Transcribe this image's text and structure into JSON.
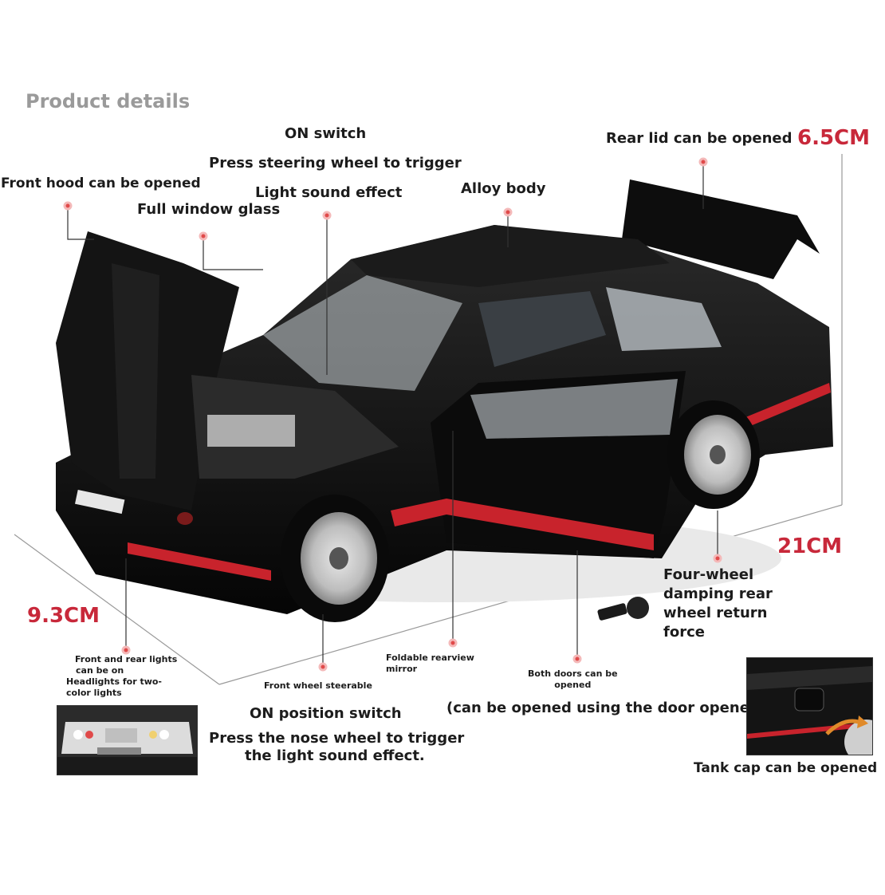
{
  "title": "Product details",
  "dimensions": {
    "height": "6.5CM",
    "length": "21CM",
    "width": "9.3CM"
  },
  "labels": {
    "on_switch": "ON switch",
    "press_steering": "Press steering wheel to trigger",
    "front_hood": "Front hood can be opened",
    "light_sound": "Light sound effect",
    "full_window": "Full window glass",
    "alloy_body": "Alloy body",
    "rear_lid": "Rear lid can be opened",
    "four_wheel_1": "Four-wheel",
    "four_wheel_2": "damping rear",
    "four_wheel_3": "wheel return",
    "four_wheel_4": "force",
    "front_rear_lights_1": "Front and rear lights",
    "front_rear_lights_2": "can be on",
    "headlights_1": "Headlights for two-",
    "headlights_2": "color lights",
    "front_wheel": "Front wheel steerable",
    "mirror_1": "Foldable rearview",
    "mirror_2": "mirror",
    "doors_1": "Both doors can be",
    "doors_2": "opened",
    "door_opener": "(can be opened using the door opener)",
    "on_position": "ON position switch",
    "press_nose_1": "Press the nose wheel to trigger",
    "press_nose_2": "the light sound effect.",
    "tank_cap": "Tank cap can be opened"
  },
  "colors": {
    "accent": "#c8283a",
    "title_gray": "#9a9a9a",
    "car_body": "#111111",
    "stripe": "#c8232c"
  },
  "insets": {
    "left": "car rear lights photo",
    "right": "tank cap detail photo"
  }
}
